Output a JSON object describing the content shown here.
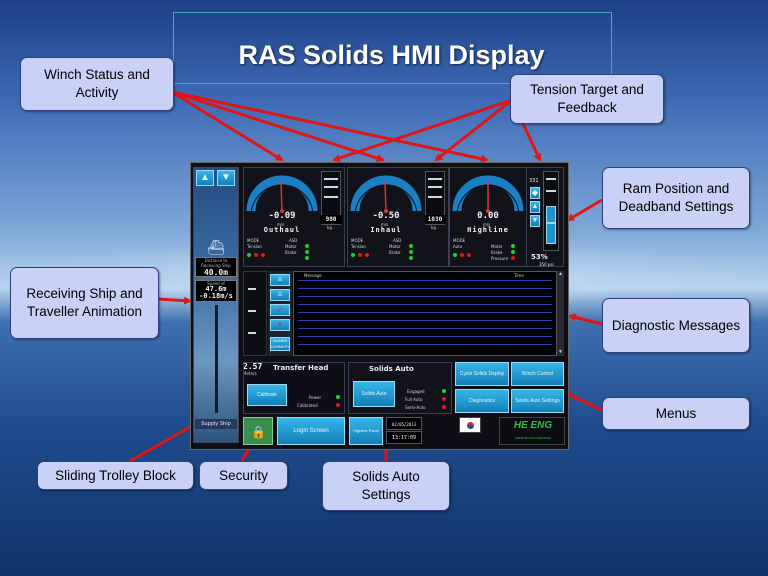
{
  "title": "RAS Solids HMI Display",
  "callouts": {
    "winch": "Winch Status and Activity",
    "tension": "Tension Target and Feedback",
    "ram": "Ram Position and Deadband Settings",
    "receiving": "Receiving Ship and Traveller Animation",
    "diagnostic": "Diagnostic Messages",
    "menus": "Menus",
    "trolley": "Sliding Trolley Block",
    "security": "Security",
    "solids_auto": "Solids Auto Settings"
  },
  "colors": {
    "callout_fill": "#c9d2f6",
    "arrow": "#e01515",
    "lcd_green": "#20d030",
    "lcd_red": "#e01818",
    "button_blue": "#1e94cf"
  },
  "hmi": {
    "winches": [
      {
        "value": "-0.09",
        "unit": "m/s",
        "name": "Outhaul",
        "tension": "980",
        "tension_unit": "kg",
        "mode_label": "MODE",
        "mode": "Tension",
        "asd_label": "ASD",
        "asd_items": [
          "Motor",
          "Brake"
        ]
      },
      {
        "value": "-0.50",
        "unit": "m/s",
        "name": "Inhaul",
        "tension": "1030",
        "tension_unit": "kg",
        "mode_label": "MODE",
        "mode": "Tension",
        "asd_label": "ASD",
        "asd_items": [
          "Motor",
          "Brake"
        ]
      },
      {
        "value": "0.00",
        "unit": "m/s",
        "name": "Highline",
        "mode_label": "MODE",
        "mode": "Auto",
        "asd_items": [
          "Motor",
          "Brake",
          "Pressure"
        ]
      }
    ],
    "ram": {
      "top_label": "331",
      "percent": "53%",
      "pressure": "350 psi"
    },
    "receiving": {
      "label1": "Distance to Receiving Ship",
      "distance": "40.0m",
      "label2": "Speed of",
      "speed1": "47.6m",
      "speed2": "-0.18m/s",
      "bottom": "Supply Ship"
    },
    "diagnostic": {
      "col1": "Message",
      "col2": "Time",
      "alarm_label": "ALARM SUMMARY"
    },
    "transfer": {
      "meters": "2.57",
      "meters_unit": "Meters",
      "title": "Transfer Head",
      "calibrate": "Calibrate",
      "power": "Power",
      "calibrated": "Calibrated"
    },
    "solids_auto": {
      "title": "Solids Auto",
      "button": "Solids Auto",
      "engaged": "Engaged",
      "full_auto": "Full Auto",
      "semi_auto": "Semi-Auto"
    },
    "menus": [
      "Cycle Solids Deploy",
      "Winch Control",
      "Diagnostics",
      "Solids Auto Settings"
    ],
    "footer": {
      "login": "Login Screen",
      "user": "Highline Panel",
      "date": "02/05/2013",
      "time": "13:17:09",
      "logo": "HEPBURN ENGINEERING",
      "logo_mark": "HE ENG"
    }
  }
}
